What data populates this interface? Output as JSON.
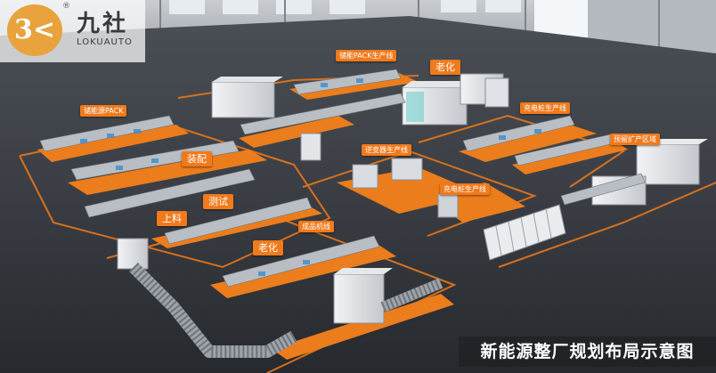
{
  "brand": {
    "logo_mark": "3<",
    "registered": "®",
    "name_cn": "九社",
    "name_en": "LOKUAUTO"
  },
  "caption": "新能源整厂规划布局示意图",
  "zones": {
    "power_pack": "储能源PACK",
    "pack_line": "储能PACK生产线",
    "aging_top": "老化",
    "charger_line": "充电桩生产线",
    "reserve_area": "预留扩产区域",
    "assembly": "装配",
    "inverter_line": "逆变器生产线",
    "charging_pile_line": "充电桩生产线",
    "test": "测试",
    "loading": "上料",
    "finished_machine": "成品机线",
    "aging_bottom": "老化"
  }
}
